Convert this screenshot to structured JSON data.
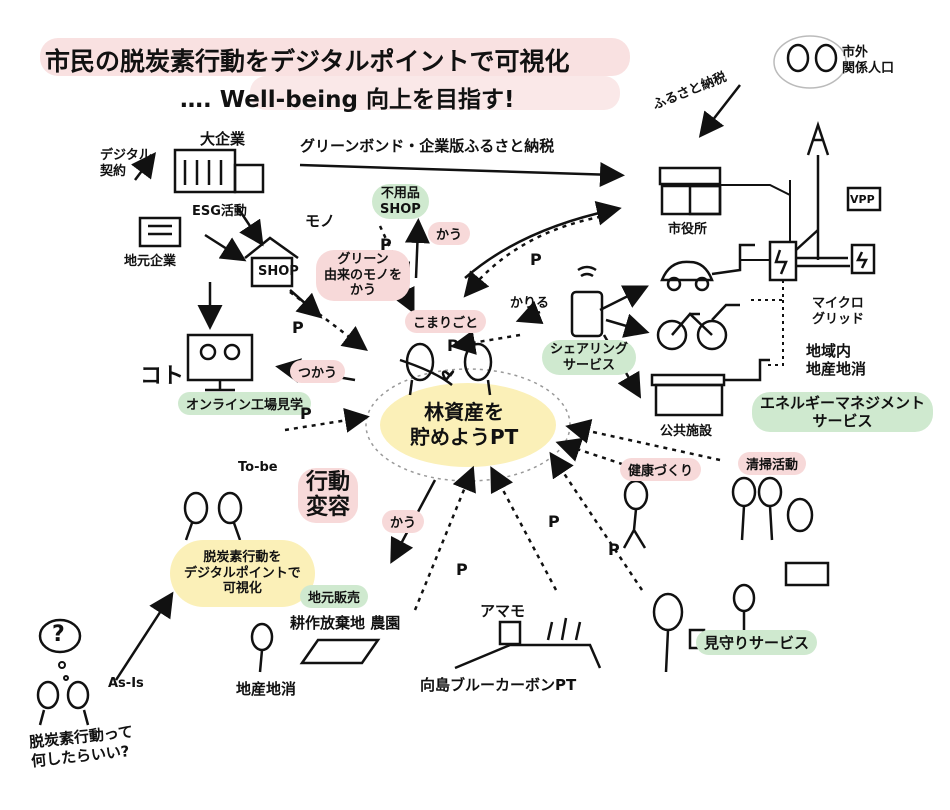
{
  "title": {
    "line1": "市民の脱炭素行動をデジタルポイントで可視化",
    "line2": "…. Well-being 向上を目指す!"
  },
  "nodes": {
    "large_company": "大企業",
    "digital_contract": "デジタル\n契約",
    "esg": "ESG活動",
    "local_company": "地元企業",
    "shop": "SHOP",
    "mono": "モノ",
    "koto": "コト",
    "online_tour": "オンライン工場見学",
    "unused_shop": "不用品\nSHOP",
    "green_goods": "グリーン\n由来のモノを\nかう",
    "buy_top": "かう",
    "tsukau": "つかう",
    "green_bond": "グリーンボンド・企業版ふるさと納税",
    "hometown_tax": "ふるさと納税",
    "non_resident": "市外\n関係人口",
    "city_hall": "市役所",
    "vpp": "VPP",
    "microgrid": "マイクロ\nグリッド",
    "regional_production": "地域内\n地産地消",
    "energy_service": "エネルギーマネジメント\nサービス",
    "rent": "かりる",
    "share_service": "シェアリング\nサービス",
    "public_facility": "公共施設",
    "komarigoto": "こまりごと",
    "center": "林資産を\n貯めようPT",
    "health": "健康づくり",
    "cleanup": "清掃活動",
    "watch_service": "見守りサービス",
    "to_be": "To-be",
    "behavior_change": "行動\n変容",
    "kau": "かう",
    "digital_viz": "脱炭素行動を\nデジタルポイントで\n可視化",
    "local_sales": "地元販売",
    "abandoned_farm": "耕作放棄地\n農園",
    "producer": "地産地消",
    "amamo": "アマモ",
    "blue_carbon": "向島ブルーカーボンPT",
    "as_is": "As-Is",
    "question": "?",
    "confused": "脱炭素行動って\n何したらいい?"
  },
  "point_label": "P",
  "colors": {
    "green_highlight": "#cfe9cf",
    "pink_highlight": "#f7d9d9",
    "yellow_highlight": "#fbf0b8",
    "ink": "#111111"
  }
}
